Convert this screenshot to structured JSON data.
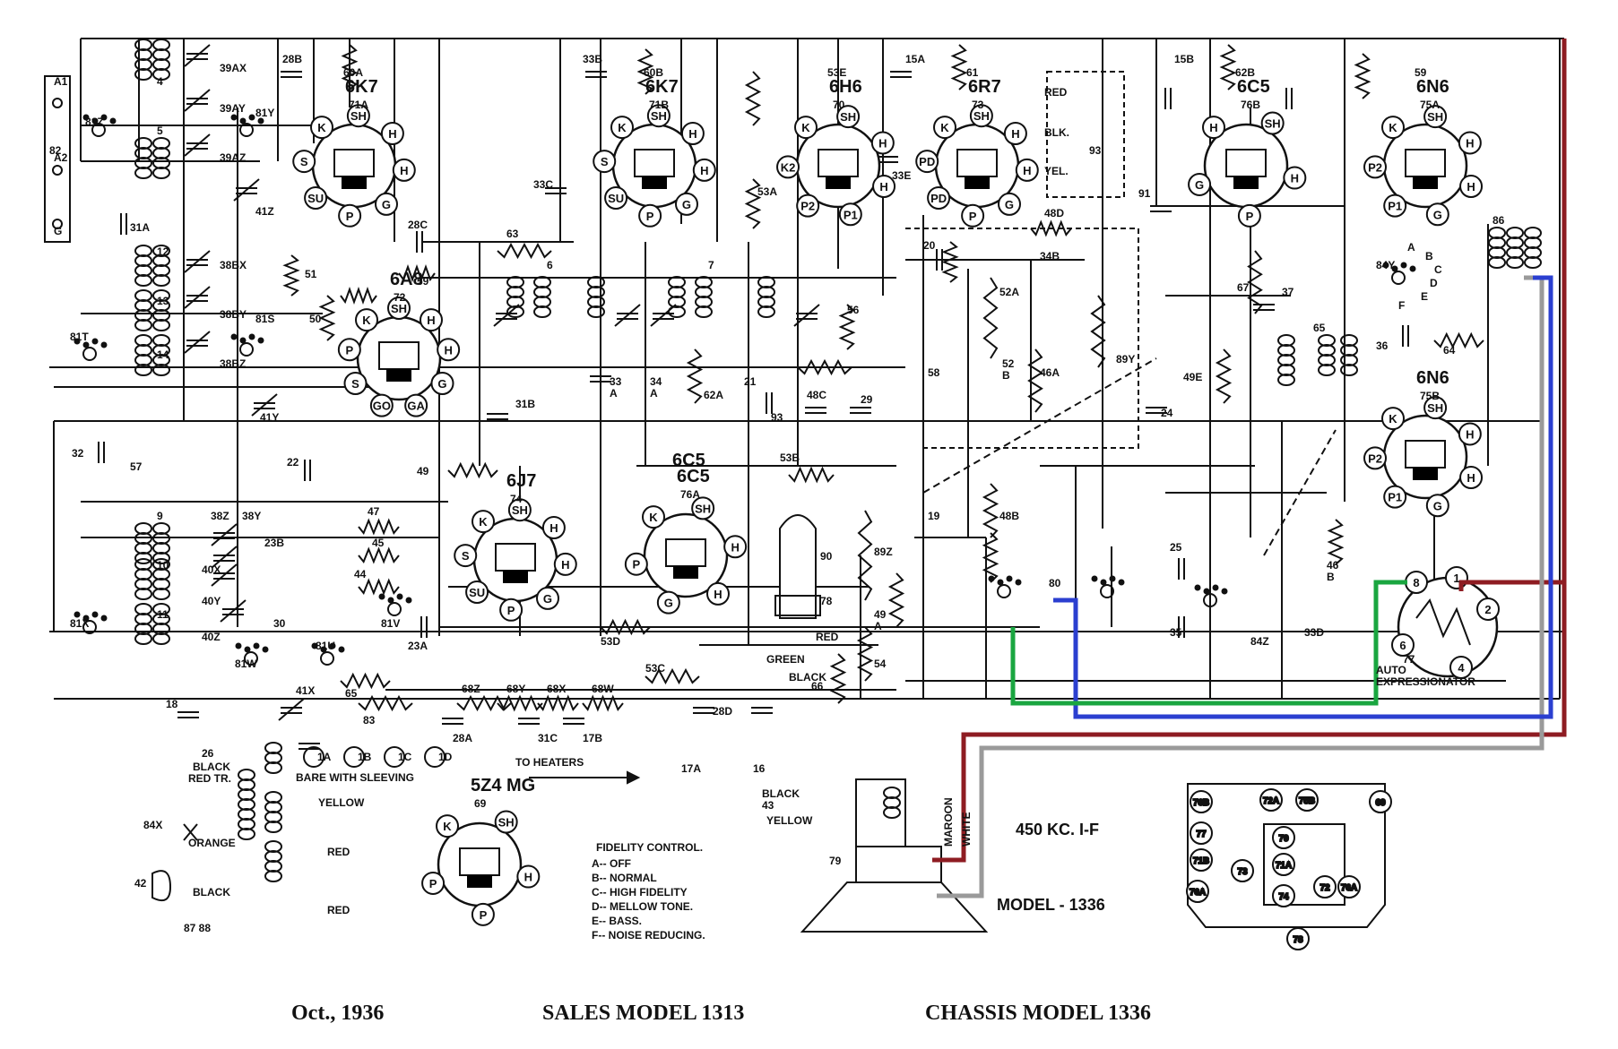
{
  "colors": {
    "wire": "#111111",
    "maroon": "#8e1c22",
    "blue": "#2b3fd0",
    "green": "#1aa640",
    "gray": "#9a9a9a"
  },
  "tubes": [
    {
      "type": "6K7",
      "ref": "71A",
      "pins": [
        "K",
        "SH",
        "H",
        "H",
        "G",
        "P",
        "SU",
        "S"
      ],
      "res": "60A",
      "cap": "28B"
    },
    {
      "type": "6K7",
      "ref": "71B",
      "pins": [
        "K",
        "SH",
        "H",
        "H",
        "G",
        "P",
        "SU",
        "S"
      ],
      "res": "60B",
      "cap": "33B"
    },
    {
      "type": "6H6",
      "ref": "70",
      "pins": [
        "K",
        "SH",
        "H",
        "H",
        "P1",
        "P2",
        "K2"
      ],
      "res": "53E"
    },
    {
      "type": "6R7",
      "ref": "73",
      "pins": [
        "K",
        "SH",
        "H",
        "H",
        "G",
        "P",
        "PD",
        "PD"
      ],
      "res": "61",
      "cap": "15A"
    },
    {
      "type": "6C5",
      "ref": "76B",
      "pins": [
        "H",
        "SH",
        "H",
        "P",
        "G"
      ],
      "res": "62B",
      "cap": "15B"
    },
    {
      "type": "6N6",
      "ref": "75A",
      "pins": [
        "K",
        "SH",
        "H",
        "H",
        "G",
        "P1",
        "P2"
      ],
      "res": "59"
    },
    {
      "type": "6A8",
      "ref": "72",
      "pins": [
        "K",
        "SH",
        "H",
        "H",
        "G",
        "GA",
        "GO",
        "S",
        "P"
      ]
    },
    {
      "type": "6N6",
      "ref": "75B",
      "pins": [
        "K",
        "SH",
        "H",
        "H",
        "G",
        "P1",
        "P2"
      ]
    },
    {
      "type": "6J7",
      "ref": "74",
      "pins": [
        "K",
        "SH",
        "H",
        "H",
        "G",
        "P",
        "SU",
        "S"
      ]
    },
    {
      "type": "6C5",
      "ref": "76A",
      "pins": [
        "K",
        "SH",
        "H",
        "H",
        "G",
        "P"
      ]
    },
    {
      "type": "5Z4 MG",
      "ref": "69",
      "pins": [
        "K",
        "SH",
        "H",
        "P",
        "P"
      ]
    }
  ],
  "labels": {
    "antenna_a1": "A1",
    "antenna_a2": "A2",
    "ground": "G",
    "ref_82": "82",
    "sw_81z": "81Z",
    "sw_81y": "81Y",
    "cap_39ax": "39AX",
    "cap_39ay": "39AY",
    "cap_39az": "39AZ",
    "coil_4": "4",
    "coil_5": "5",
    "cap_41z": "41Z",
    "cap_31a": "31A",
    "coil_12": "12",
    "coil_13": "13",
    "coil_14": "14",
    "cap_38bx": "38BX",
    "cap_38by": "38BY",
    "cap_38bz": "38BZ",
    "sw_81t": "81T",
    "sw_81s": "81S",
    "cap_41y": "41Y",
    "res_51": "51",
    "res_50": "50",
    "res_59": "59",
    "cap_28c": "28C",
    "res_63": "63",
    "cap_33c": "33C",
    "res_53a": "53A",
    "cap_33e": "33E",
    "res_48d": "48D",
    "cap_34b": "34B",
    "cap_20": "20",
    "res_52a": "52A",
    "res_52b": "52\nB",
    "res_46a": "46A",
    "res_89y": "89Y",
    "cap_91": "91",
    "res_58": "58",
    "cap_24": "24",
    "res_49e": "49E",
    "res_67": "67",
    "cap_37": "37",
    "tr_65": "65",
    "tr_86": "86",
    "sw_84y": "84Y",
    "cap_36": "36",
    "res_64": "64",
    "sw_positions": [
      "A",
      "B",
      "C",
      "D",
      "E",
      "F"
    ],
    "tr_6": "6",
    "tr_7": "7",
    "cap_33a": "33\nA",
    "cap_34a": "34\nA",
    "res_62a": "62A",
    "cap_21": "21",
    "cap_93": "93",
    "res_48c": "48C",
    "cap_29": "29",
    "res_56": "56",
    "cap_32": "32",
    "cap_57": "57",
    "cap_22": "22",
    "res_49": "49",
    "cap_31b": "31B",
    "res_53b": "53B",
    "res_48b": "48B",
    "cap_19": "19",
    "res_89z": "89Z",
    "res_49a": "49\nA",
    "res_54": "54",
    "sw_80": "80",
    "cap_25": "25",
    "cap_35": "35",
    "sw_84z": "84Z",
    "cap_33d": "33D",
    "res_46b": "46\nB",
    "tube_90": "90",
    "socket_78": "78",
    "wire_red": "RED",
    "wire_black": "BLACK",
    "wire_green": "GREEN",
    "res_66": "66",
    "coil_9": "9",
    "coil_10": "10",
    "coil_11": "11",
    "cap_38z": "38Z",
    "cap_38y": "38Y",
    "cap_23b": "23B",
    "cap_40x": "40X",
    "cap_40y": "40Y",
    "cap_40z": "40Z",
    "cap_30": "30",
    "sw_81x": "81X",
    "sw_81w": "81W",
    "sw_81u": "81U",
    "sw_81v": "81V",
    "res_47": "47",
    "res_45": "45",
    "res_44": "44",
    "cap_23a": "23A",
    "res_53d": "53D",
    "res_53c": "53C",
    "res_65": "65",
    "res_83": "83",
    "cap_41x": "41X",
    "res_68z": "68Z",
    "res_68y": "68Y",
    "res_68x": "68X",
    "res_68w": "68W",
    "cap_28a": "28A",
    "cap_31c": "31C",
    "cap_17b": "17B",
    "cap_28d": "28D",
    "cap_17a": "17A",
    "cap_16": "16",
    "cap_18": "18",
    "cap_26": "26",
    "dial_lamps": [
      "1A",
      "1B",
      "1C",
      "1D"
    ],
    "bare_sleeving": "BARE  WITH  SLEEVING",
    "to_heaters": "TO  HEATERS",
    "yellow": "YELLOW",
    "black": "BLACK",
    "red_tr": "RED TR.",
    "orange": "ORANGE",
    "red": "RED",
    "sw_84x": "84X",
    "plug_42": "42",
    "tr_87_88": "87 88",
    "black_43": "BLACK\n43",
    "yellow_b": "YELLOW",
    "speaker_79": "79",
    "maroon": "MAROON",
    "white": "WHITE",
    "auto_77": "77",
    "auto_expressionator": "AUTO\nEXPRESSIONATOR",
    "auto_pins": [
      "8",
      "1",
      "2",
      "6",
      "4"
    ],
    "red_lead": "RED",
    "blk_lead": "BLK.",
    "yel_lead": "YEL.",
    "ref_93": "93",
    "tube_6c5_mid": "6C5"
  },
  "fidelity": {
    "title": "FIDELITY  CONTROL.",
    "items": [
      "A-- OFF",
      "B-- NORMAL",
      "C-- HIGH FIDELITY",
      "D-- MELLOW TONE.",
      "E-- BASS.",
      "F-- NOISE REDUCING."
    ]
  },
  "info": {
    "if": "450  KC.  I-F",
    "model": "MODEL  -  1336"
  },
  "layout_refs": [
    "76\nB",
    "72\nA",
    "75\nB",
    "69",
    "77",
    "71\nB",
    "73",
    "70",
    "71\nA",
    "76\nA",
    "74",
    "72",
    "76\nA",
    "78"
  ],
  "footer": {
    "date": "Oct., 1936",
    "sales": "SALES MODEL 1313",
    "chassis": "CHASSIS MODEL 1336"
  }
}
